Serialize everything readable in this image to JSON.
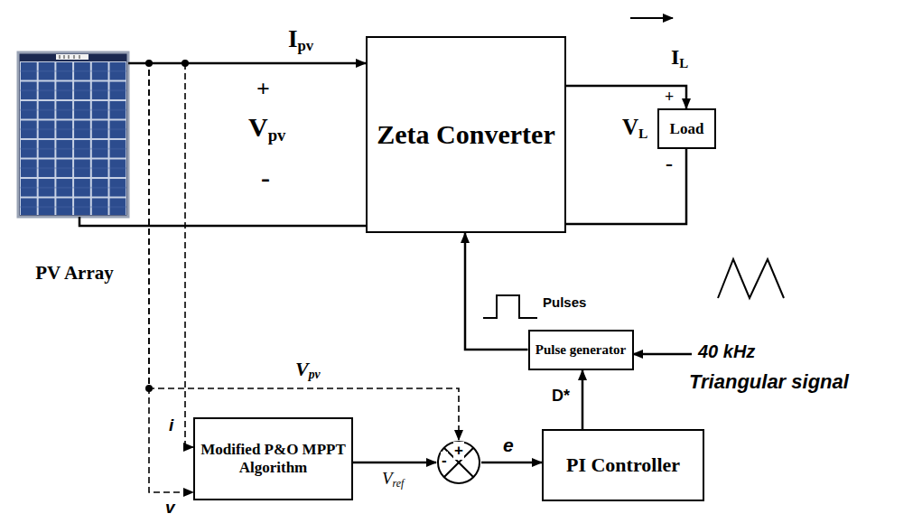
{
  "diagram": {
    "nodes": [
      {
        "text": [
          "PV Array"
        ]
      },
      {
        "text": [
          "Zeta Converter"
        ]
      },
      {
        "text": [
          "Load"
        ]
      },
      {
        "text": [
          "Pulse generator"
        ]
      },
      {
        "text": [
          "Modified P&O MPPT Algorithm"
        ]
      },
      {
        "text": [
          "+",
          "-"
        ]
      },
      {
        "text": [
          "PI Controller"
        ]
      }
    ],
    "edges": [
      {
        "from": 0,
        "to": 1,
        "arrow": "to",
        "label": "Ipv"
      },
      {
        "from": 0,
        "to": 1,
        "arrow": "none"
      },
      {
        "from": 1,
        "to": 2,
        "arrow": "to",
        "label": "IL"
      },
      {
        "from": 1,
        "to": 2,
        "arrow": "none"
      },
      {
        "from": 0,
        "to": 5,
        "arrow": "to",
        "label": "Vpv"
      },
      {
        "from": 0,
        "to": 4,
        "arrow": "to",
        "label": "i"
      },
      {
        "from": 0,
        "to": 4,
        "arrow": "to",
        "label": "v"
      },
      {
        "from": 4,
        "to": 5,
        "arrow": "to",
        "label": "Vref"
      },
      {
        "from": 5,
        "to": 6,
        "arrow": "to",
        "label": "e"
      },
      {
        "from": 6,
        "to": 3,
        "arrow": "to",
        "label": "D*"
      },
      {
        "from": 3,
        "to": 1,
        "arrow": "to"
      }
    ],
    "labels": [
      "+",
      "Vpv",
      "-",
      "+",
      "VL",
      "-",
      "Pulses",
      "40 kHz",
      "Triangular signal"
    ]
  }
}
